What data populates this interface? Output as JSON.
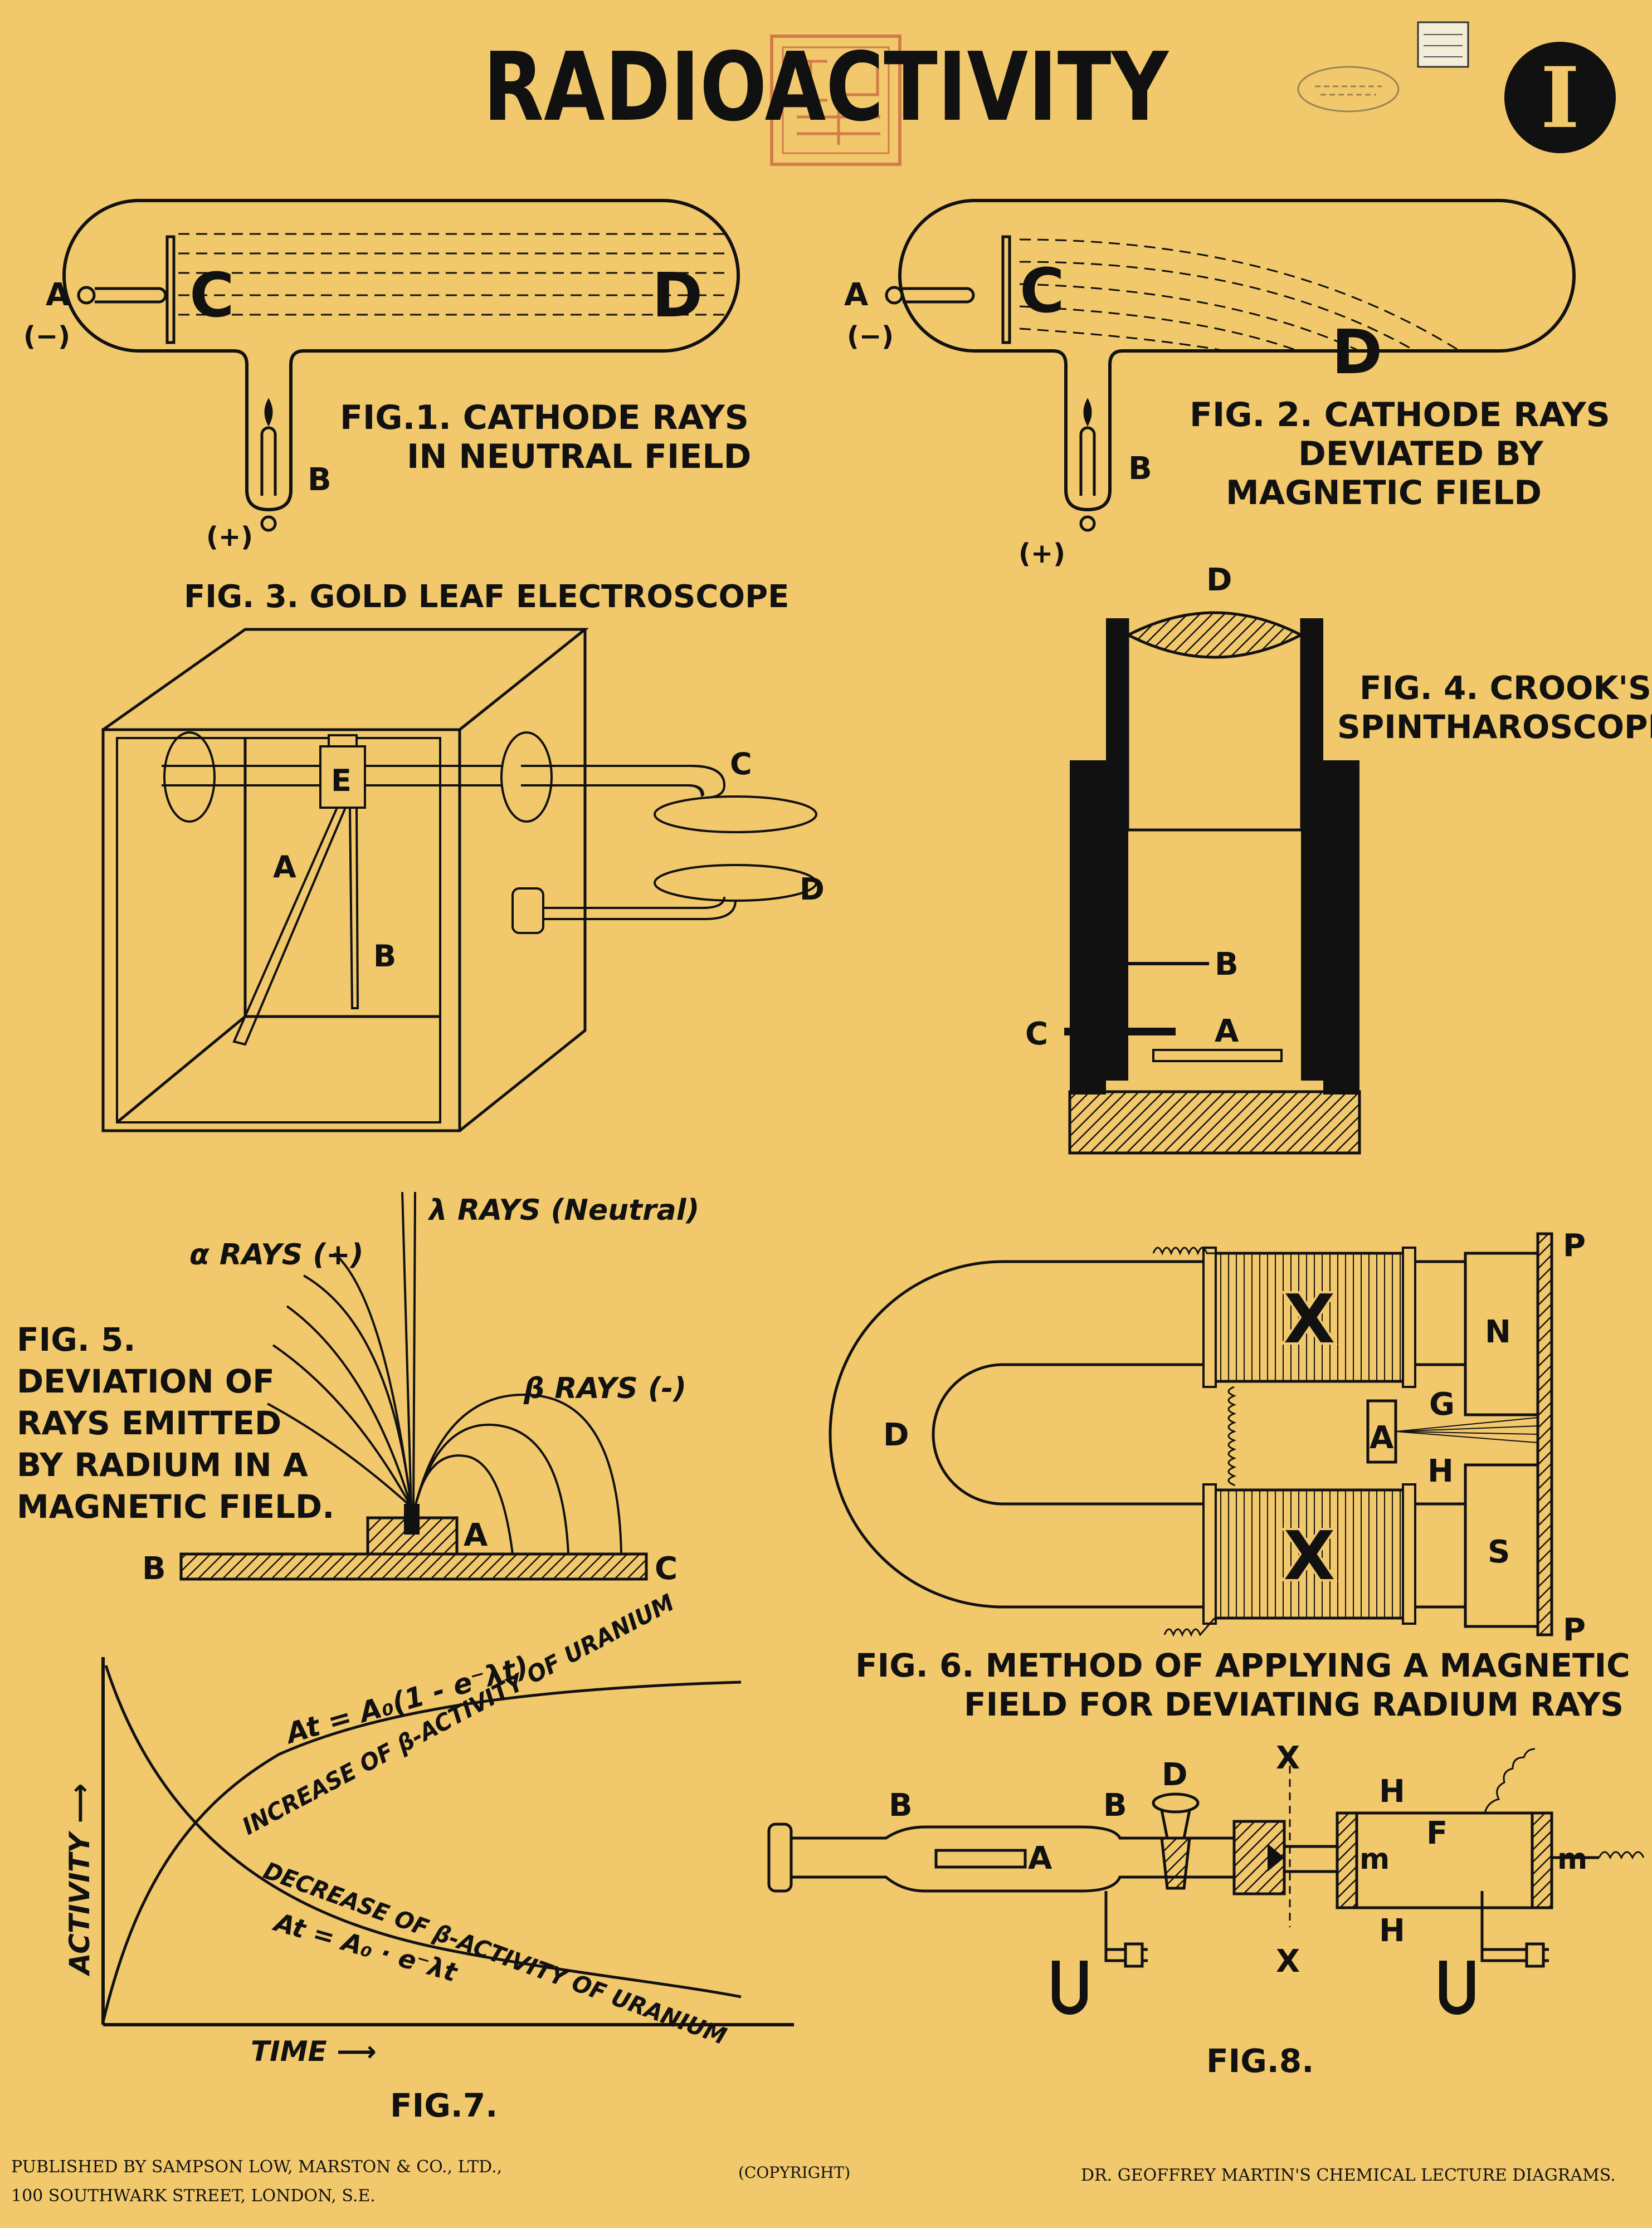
{
  "poster": {
    "title": "RADIOACTIVITY",
    "number": "I",
    "background_color": "#f1c86c",
    "ink_color": "#111111",
    "stamp_color": "#b8402c"
  },
  "fig1": {
    "caption_line1": "FIG.1. CATHODE RAYS",
    "caption_line2": "IN NEUTRAL FIELD",
    "label_a": "A",
    "label_minus": "(−)",
    "label_c": "C",
    "label_d": "D",
    "label_b": "B",
    "label_plus": "(+)"
  },
  "fig2": {
    "caption_line1": "FIG. 2. CATHODE RAYS",
    "caption_line2": "DEVIATED BY",
    "caption_line3": "MAGNETIC FIELD",
    "label_a": "A",
    "label_minus": "(−)",
    "label_c": "C",
    "label_d": "D",
    "label_b": "B",
    "label_plus": "(+)"
  },
  "fig3": {
    "caption": "FIG. 3. GOLD LEAF ELECTROSCOPE",
    "label_e": "E",
    "label_a": "A",
    "label_b": "B",
    "label_c": "C",
    "label_d": "D"
  },
  "fig4": {
    "caption_line1": "FIG. 4. CROOK'S",
    "caption_line2": "SPINTHAROSCOPE",
    "label_d": "D",
    "label_b": "B",
    "label_c": "C",
    "label_a": "A"
  },
  "fig5": {
    "caption_lines": [
      "FIG. 5.",
      "DEVIATION OF",
      "RAYS EMITTED",
      "BY RADIUM IN A",
      "MAGNETIC FIELD."
    ],
    "gamma_label": "λ RAYS (Neutral)",
    "alpha_label": "α RAYS (+)",
    "beta_label": "β RAYS (-)",
    "label_a": "A",
    "label_b": "B",
    "label_c": "C"
  },
  "fig6": {
    "caption_line1": "FIG. 6. METHOD OF APPLYING A MAGNETIC",
    "caption_line2": "FIELD FOR DEVIATING RADIUM RAYS",
    "label_p": "P",
    "label_n": "N",
    "label_s": "S",
    "label_x": "X",
    "label_d": "D",
    "label_a": "A",
    "label_g": "G",
    "label_h": "H"
  },
  "fig7": {
    "caption": "FIG.7.",
    "formula_increase": "At = A₀(1 - e⁻λt)",
    "curve_increase": "INCREASE OF β-ACTIVITY OF URANIUM",
    "curve_decrease": "DECREASE OF β-ACTIVITY OF URANIUM",
    "formula_decrease": "At = A₀ · e⁻λt",
    "y_axis": "ACTIVITY ⟶",
    "x_axis": "TIME ⟶"
  },
  "fig8": {
    "caption": "FIG.8.",
    "label_b": "B",
    "label_d": "D",
    "label_x": "X",
    "label_h": "H",
    "label_a": "A",
    "label_f": "F",
    "label_m": "m"
  },
  "footer": {
    "publisher_line1": "PUBLISHED BY SAMPSON LOW, MARSTON & CO., LTD.,",
    "publisher_line2": "100 SOUTHWARK STREET, LONDON, S.E.",
    "copyright": "(COPYRIGHT)",
    "series": "DR. GEOFFREY MARTIN'S CHEMICAL LECTURE DIAGRAMS."
  }
}
